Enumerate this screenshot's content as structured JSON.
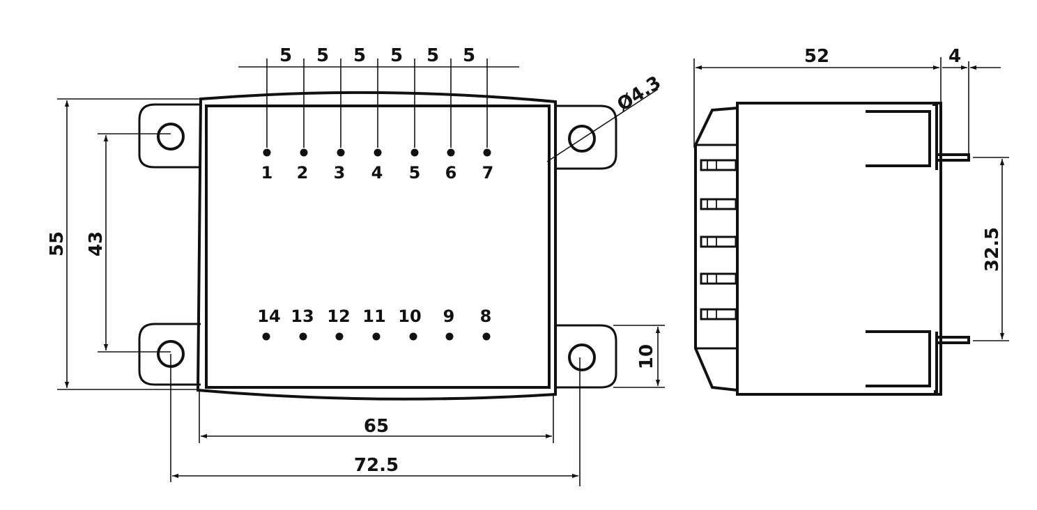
{
  "dimensions": {
    "pitch": [
      "5",
      "5",
      "5",
      "5",
      "5",
      "5"
    ],
    "hole_diameter": "Ø4.3",
    "height_overall": "55",
    "hole_spacing_vertical": "43",
    "width_body": "65",
    "hole_spacing_horizontal": "72.5",
    "flange_height": "10",
    "side_depth": "52",
    "pin_length": "4",
    "pin_row_spacing": "32.5"
  },
  "pins": {
    "top": [
      "1",
      "2",
      "3",
      "4",
      "5",
      "6",
      "7"
    ],
    "bottom": [
      "14",
      "13",
      "12",
      "11",
      "10",
      "9",
      "8"
    ]
  }
}
